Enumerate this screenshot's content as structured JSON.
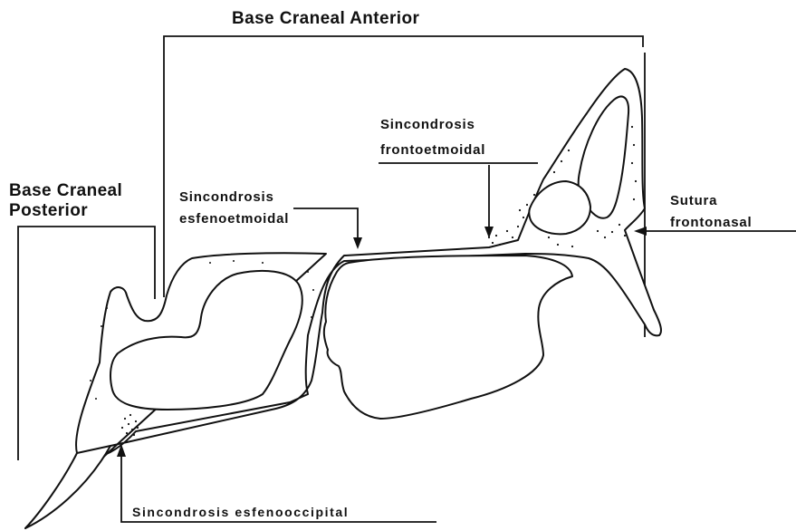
{
  "labels": {
    "base_craneal_anterior": "Base Craneal Anterior",
    "base_craneal_posterior_line1": "Base Craneal",
    "base_craneal_posterior_line2": "Posterior",
    "sincondrosis_esfenoetmoidal_line1": "Sincondrosis",
    "sincondrosis_esfenoetmoidal_line2": "esfenoetmoidal",
    "sincondrosis_frontoetmoidal_line1": "Sincondrosis",
    "sincondrosis_frontoetmoidal_line2": "frontoetmoidal",
    "sutura_frontonasal_line1": "Sutura",
    "sutura_frontonasal_line2": "frontonasal",
    "sincondrosis_esfenooccipital": "Sincondrosis esfenooccipital"
  },
  "colors": {
    "ink": "#111111",
    "background": "#ffffff"
  }
}
